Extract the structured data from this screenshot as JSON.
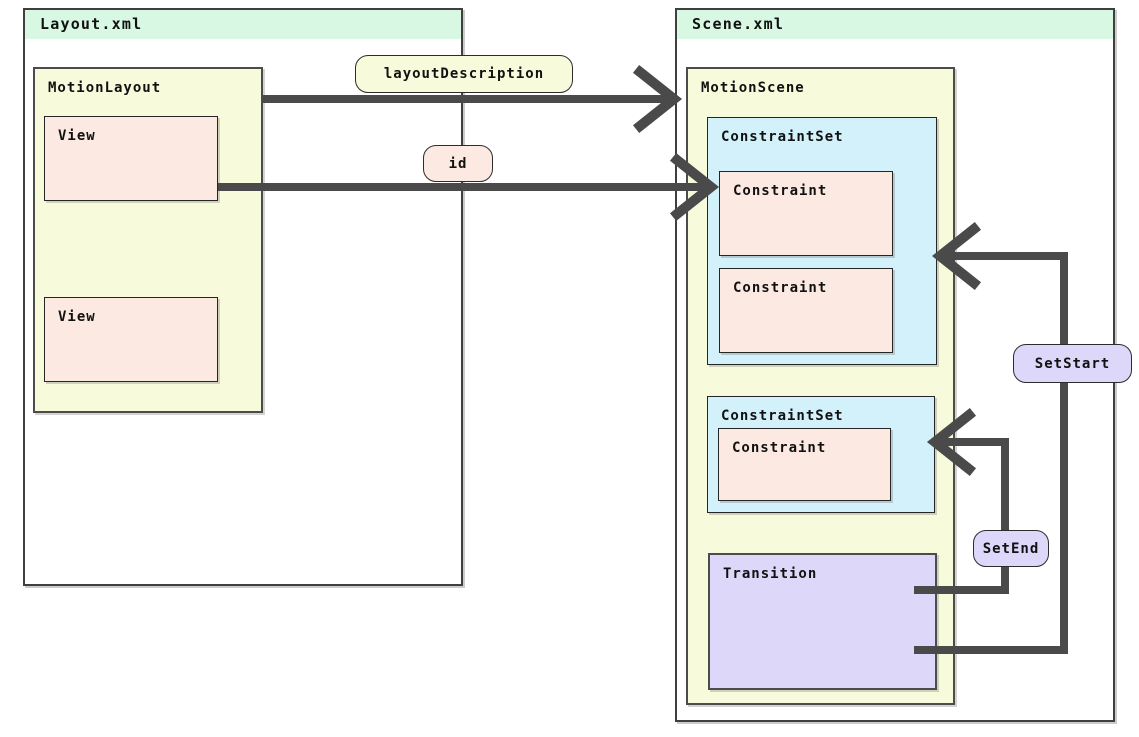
{
  "layout_file": {
    "title": "Layout.xml",
    "motion_layout": {
      "label": "MotionLayout",
      "views": [
        {
          "label": "View"
        },
        {
          "label": "View"
        }
      ]
    }
  },
  "scene_file": {
    "title": "Scene.xml",
    "motion_scene": {
      "label": "MotionScene",
      "constraint_set1": {
        "label": "ConstraintSet",
        "constraints": [
          {
            "label": "Constraint"
          },
          {
            "label": "Constraint"
          }
        ]
      },
      "constraint_set2": {
        "label": "ConstraintSet",
        "constraints": [
          {
            "label": "Constraint"
          }
        ]
      },
      "transition": {
        "label": "Transition"
      }
    }
  },
  "edges": {
    "layout_description": {
      "label": "layoutDescription",
      "from": "MotionLayout",
      "to": "MotionScene"
    },
    "id": {
      "label": "id",
      "from": "View",
      "to": "Constraint"
    },
    "set_start": {
      "label": "SetStart",
      "from": "Transition",
      "to": "ConstraintSet"
    },
    "set_end": {
      "label": "SetEnd",
      "from": "Transition",
      "to": "ConstraintSet"
    }
  },
  "colors": {
    "header_green": "#d8f8e3",
    "node_yellow": "#f7fbdb",
    "node_pink": "#fceae2",
    "node_blue": "#d3f1fb",
    "node_purple": "#ddd7f9",
    "arrow_gray": "#4a4a4a"
  }
}
